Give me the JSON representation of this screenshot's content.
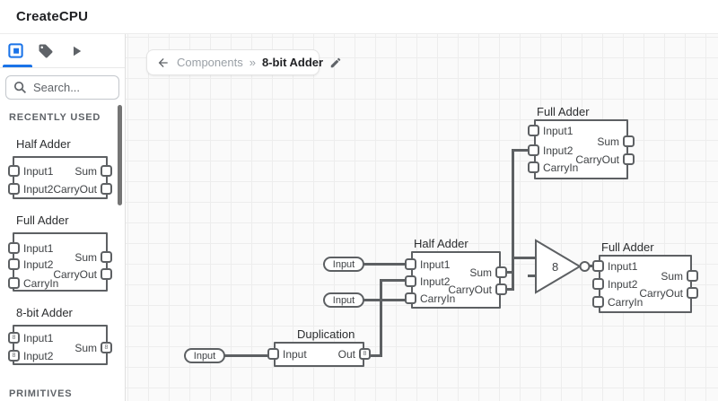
{
  "header": {
    "title": "CreateCPU"
  },
  "sidebar": {
    "tabs": [
      {
        "id": "components",
        "active": true
      },
      {
        "id": "tags",
        "active": false
      },
      {
        "id": "simulate",
        "active": false
      }
    ],
    "search_placeholder": "Search...",
    "sections": [
      {
        "title": "RECENTLY USED"
      },
      {
        "title": "PRIMITIVES"
      }
    ],
    "library": [
      {
        "label": "Half Adder",
        "left_ports": [
          "Input1",
          "Input2"
        ],
        "right_ports": [
          "Sum",
          "CarryOut"
        ]
      },
      {
        "label": "Full Adder",
        "left_ports": [
          "Input1",
          "Input2",
          "CarryIn"
        ],
        "right_ports": [
          "Sum",
          "CarryOut"
        ]
      },
      {
        "label": "8-bit Adder",
        "left_ports": [
          "Input1",
          "Input2"
        ],
        "right_ports": [
          "Sum"
        ],
        "bus": "8"
      }
    ]
  },
  "canvas": {
    "breadcrumb": {
      "path": "Components",
      "separator": "»",
      "current": "8-bit Adder"
    },
    "components": [
      {
        "label": "Full Adder",
        "left_ports": [
          "Input1",
          "Input2",
          "CarryIn"
        ],
        "right_ports": [
          "Sum",
          "CarryOut"
        ]
      },
      {
        "label": "Half Adder",
        "left_ports": [
          "Input1",
          "Input2",
          "CarryIn"
        ],
        "right_ports": [
          "Sum",
          "CarryOut"
        ]
      },
      {
        "label": "Full Adder",
        "left_ports": [
          "Input1",
          "Input2",
          "CarryIn"
        ],
        "right_ports": [
          "Sum",
          "CarryOut"
        ]
      },
      {
        "label": "Duplication",
        "left_ports": [
          "Input"
        ],
        "right_ports": [
          "Out"
        ],
        "out_bus": "8"
      }
    ],
    "not_gate": {
      "bus_label": "8"
    },
    "input_pills": [
      "Input",
      "Input",
      "Input"
    ]
  },
  "colors": {
    "accent": "#1a73e8",
    "wire": "#5d6063",
    "canvas_bg": "#fafafa"
  }
}
